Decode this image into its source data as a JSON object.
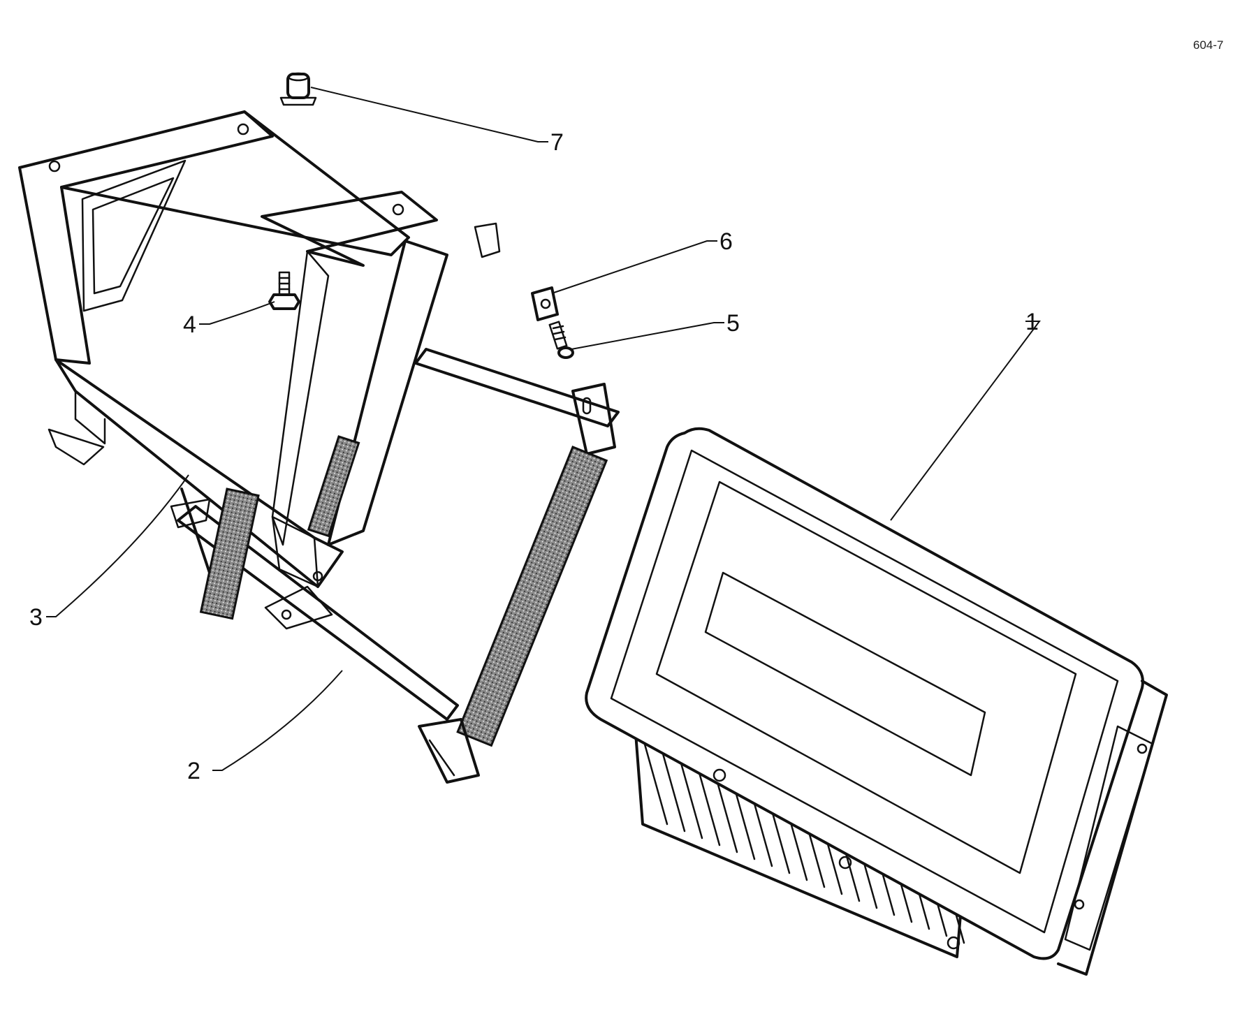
{
  "drawing_ref": "604-7",
  "colors": {
    "ink": "#111111",
    "paper": "#ffffff",
    "foam": "#555555"
  },
  "callouts": [
    {
      "id": "1",
      "label": "1"
    },
    {
      "id": "2",
      "label": "2"
    },
    {
      "id": "3",
      "label": "3"
    },
    {
      "id": "4",
      "label": "4"
    },
    {
      "id": "5",
      "label": "5"
    },
    {
      "id": "6",
      "label": "6"
    },
    {
      "id": "7",
      "label": "7"
    }
  ]
}
